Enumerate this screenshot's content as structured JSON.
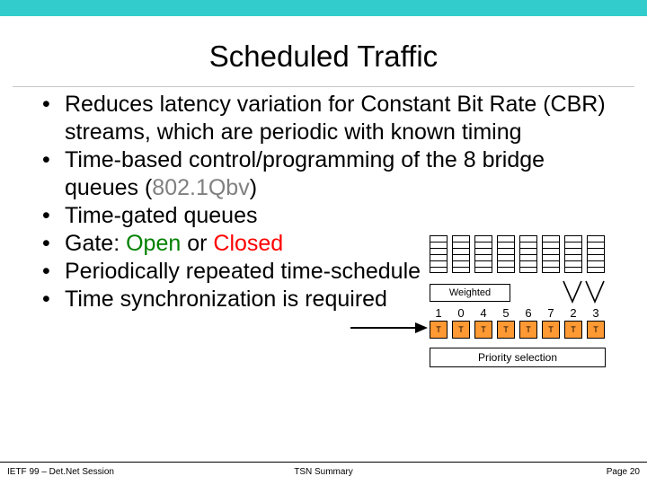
{
  "slide": {
    "title": "Scheduled Traffic",
    "accent_color": "#33cccc",
    "bullets": [
      {
        "marker": "•",
        "segments": [
          {
            "text": "Reduces latency variation for Constant Bit Rate (CBR) streams, which are periodic with known timing",
            "color": "#000000"
          }
        ]
      },
      {
        "marker": "•",
        "segments": [
          {
            "text": "Time-based control/programming of the 8 bridge queues (",
            "color": "#000000"
          },
          {
            "text": "802.1Qbv",
            "color": "#808080"
          },
          {
            "text": ")",
            "color": "#000000"
          }
        ]
      },
      {
        "marker": "•",
        "segments": [
          {
            "text": "Time-gated queues",
            "color": "#000000"
          }
        ]
      },
      {
        "marker": "•",
        "segments": [
          {
            "text": "Gate: ",
            "color": "#000000"
          },
          {
            "text": "Open",
            "color": "#008000"
          },
          {
            "text": " or ",
            "color": "#000000"
          },
          {
            "text": "Closed",
            "color": "#ff0000"
          }
        ]
      },
      {
        "marker": "•",
        "segments": [
          {
            "text": "Periodically repeated time-schedule",
            "color": "#000000"
          }
        ]
      },
      {
        "marker": "•",
        "segments": [
          {
            "text": "Time synchronization is required",
            "color": "#000000"
          }
        ]
      }
    ]
  },
  "diagram": {
    "queue_count": 8,
    "weighted_label": "Weighted",
    "priority_label": "Priority selection",
    "gate_labels": [
      "T",
      "T",
      "T",
      "T",
      "T",
      "T",
      "T",
      "T"
    ],
    "numbers": [
      "1",
      "0",
      "4",
      "5",
      "6",
      "7",
      "2",
      "3"
    ],
    "gate_color": "#ff9933"
  },
  "footer": {
    "left": "IETF 99 – Det.Net Session",
    "center": "TSN Summary",
    "right": "Page 20"
  }
}
